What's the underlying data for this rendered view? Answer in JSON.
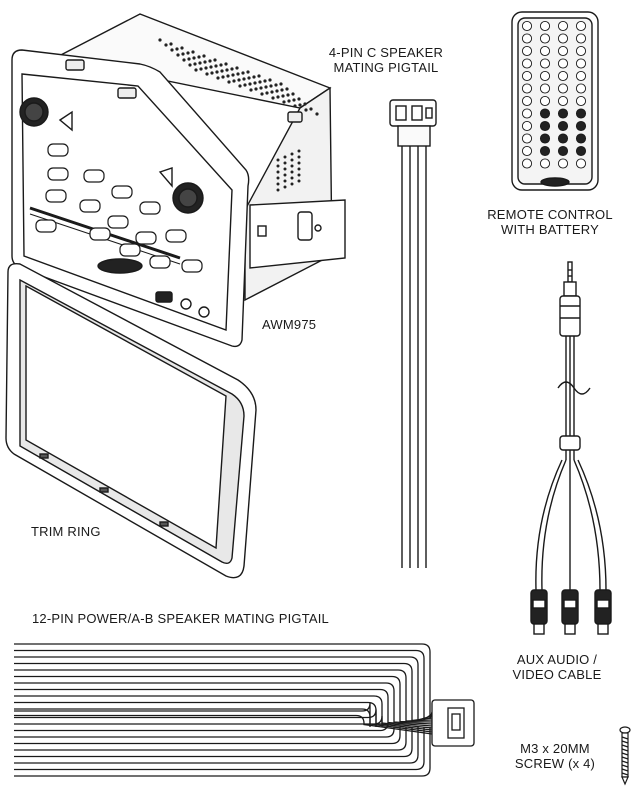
{
  "labels": {
    "speaker_pigtail_4pin": [
      "4-PIN C SPEAKER",
      "MATING PIGTAIL"
    ],
    "remote": [
      "REMOTE CONTROL",
      "WITH BATTERY"
    ],
    "head_unit": "AWM975",
    "trim_ring": "TRIM RING",
    "power_pigtail_12pin": "12-PIN POWER/A-B SPEAKER MATING PIGTAIL",
    "aux_cable": [
      "AUX AUDIO /",
      "VIDEO CABLE"
    ],
    "screw": [
      "M3 x 20MM",
      "SCREW (x 4)"
    ]
  },
  "parts": [
    {
      "id": "head-unit",
      "count": 1
    },
    {
      "id": "trim-ring",
      "count": 1
    },
    {
      "id": "speaker-pigtail-4pin",
      "wires": 4
    },
    {
      "id": "remote-control",
      "button_rows": 12
    },
    {
      "id": "aux-av-cable",
      "plugs": 3
    },
    {
      "id": "power-pigtail-12pin",
      "wires": 12
    },
    {
      "id": "m3-screw",
      "count": 4
    }
  ],
  "colors": {
    "line": "#1a1a1a",
    "fill": "#ffffff",
    "shade": "#d9d9d9",
    "dark": "#222222"
  }
}
